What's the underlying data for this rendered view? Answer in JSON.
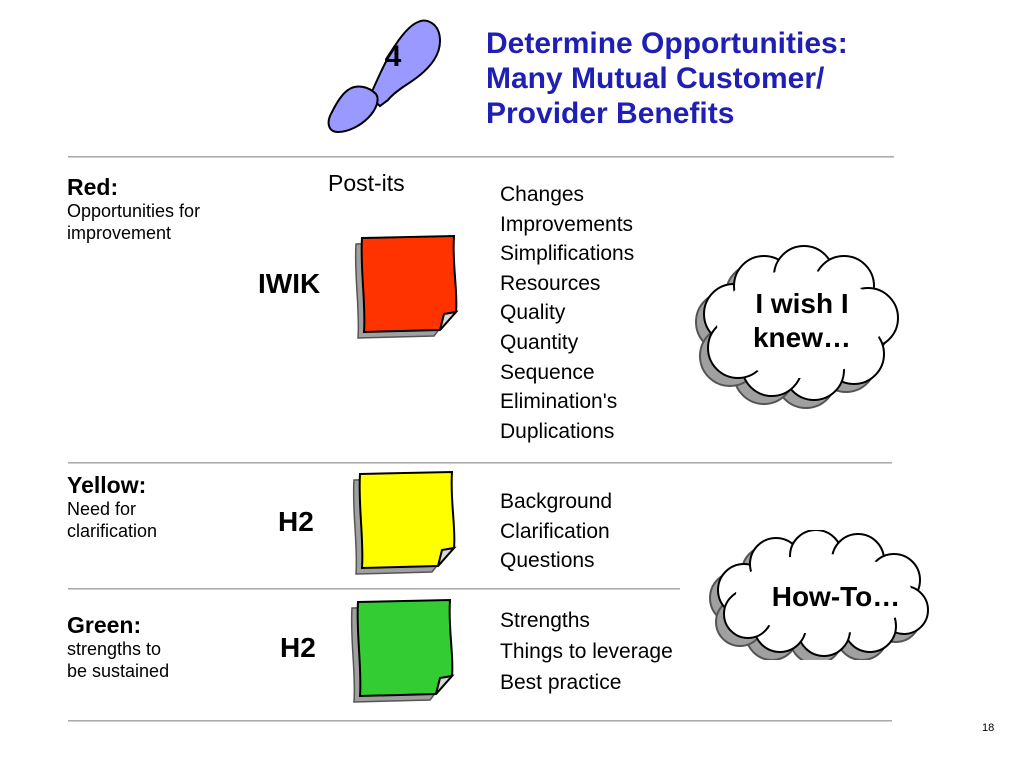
{
  "step_number": "4",
  "title_lines": [
    "Determine Opportunities:",
    "Many Mutual Customer/",
    "Provider Benefits"
  ],
  "postits_label": "Post-its",
  "categories": [
    {
      "heading": "Red:",
      "description_lines": [
        "Opportunities for",
        "improvement"
      ],
      "code": "IWIK",
      "color": "#ff3300",
      "items": [
        "Changes",
        "Improvements",
        "Simplifications",
        "Resources",
        "Quality",
        "Quantity",
        "Sequence",
        "Elimination's",
        "Duplications"
      ]
    },
    {
      "heading": "Yellow:",
      "description_lines": [
        "Need for",
        "clarification"
      ],
      "code": "H2",
      "color": "#ffff00",
      "items": [
        "Background",
        "Clarification",
        "Questions"
      ]
    },
    {
      "heading": "Green:",
      "description_lines": [
        "strengths to",
        "be sustained"
      ],
      "code": "H2",
      "color": "#33cc33",
      "items": [
        "Strengths",
        "Things to leverage",
        "Best practice"
      ]
    }
  ],
  "clouds": [
    {
      "lines": [
        "I wish I",
        "knew…"
      ]
    },
    {
      "lines": [
        "How-To…"
      ]
    }
  ],
  "page_number": "18",
  "colors": {
    "title": "#1f1fb4",
    "footprint": "#9999ff"
  }
}
